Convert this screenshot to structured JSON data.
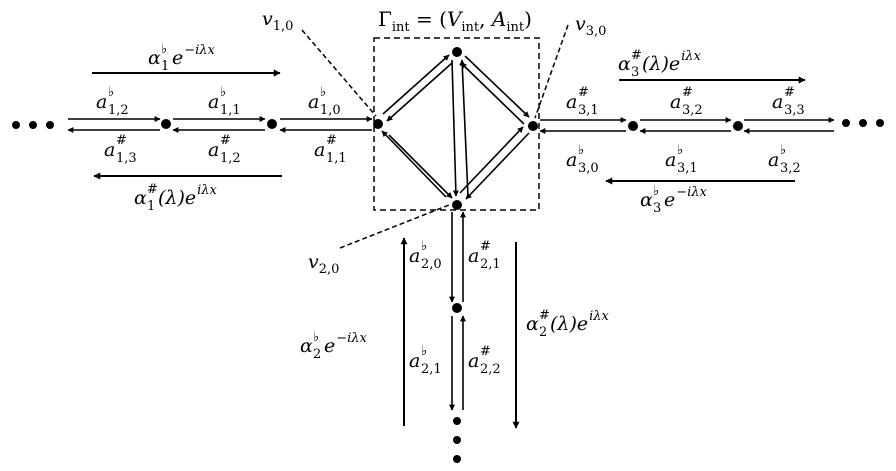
{
  "title": "Γ",
  "title_sub": "int",
  "title_eq": " = (",
  "title_V": "V",
  "title_V_sub": "int",
  "title_comma": ", ",
  "title_A": "A",
  "title_A_sub": "int",
  "title_close": ")",
  "vertex_labels": {
    "v10": {
      "base": "v",
      "sub": "1,0"
    },
    "v20": {
      "base": "v",
      "sub": "2,0"
    },
    "v30": {
      "base": "v",
      "sub": "3,0"
    }
  },
  "edge_labels": {
    "a12": {
      "base": "a",
      "sup": "♭",
      "sub": "1,2"
    },
    "a11": {
      "base": "a",
      "sup": "♭",
      "sub": "1,1"
    },
    "a10": {
      "base": "a",
      "sup": "♭",
      "sub": "1,0"
    },
    "a13s": {
      "base": "a",
      "sup": "#",
      "sub": "1,3"
    },
    "a12s": {
      "base": "a",
      "sup": "#",
      "sub": "1,2"
    },
    "a11s": {
      "base": "a",
      "sup": "#",
      "sub": "1,1"
    },
    "a31s": {
      "base": "a",
      "sup": "#",
      "sub": "3,1"
    },
    "a32s": {
      "base": "a",
      "sup": "#",
      "sub": "3,2"
    },
    "a33s": {
      "base": "a",
      "sup": "#",
      "sub": "3,3"
    },
    "a30": {
      "base": "a",
      "sup": "♭",
      "sub": "3,0"
    },
    "a31": {
      "base": "a",
      "sup": "♭",
      "sub": "3,1"
    },
    "a32": {
      "base": "a",
      "sup": "♭",
      "sub": "3,2"
    },
    "a20": {
      "base": "a",
      "sup": "♭",
      "sub": "2,0"
    },
    "a21s": {
      "base": "a",
      "sup": "#",
      "sub": "2,1"
    },
    "a21": {
      "base": "a",
      "sup": "♭",
      "sub": "2,1"
    },
    "a22s": {
      "base": "a",
      "sup": "#",
      "sub": "2,2"
    }
  },
  "wave_labels": {
    "alpha1_in": {
      "base": "α",
      "sub": "1",
      "sup": "♭",
      "tail": " e",
      "exp": "−iλx"
    },
    "alpha1_out": {
      "base": "α",
      "sub": "1",
      "sup": "#",
      "tail": "(λ)e",
      "exp": "iλx"
    },
    "alpha3_out": {
      "base": "α",
      "sub": "3",
      "sup": "#",
      "tail": "(λ)e",
      "exp": "iλx"
    },
    "alpha3_in": {
      "base": "α",
      "sub": "3",
      "sup": "♭",
      "tail": " e",
      "exp": "−iλx"
    },
    "alpha2_in": {
      "base": "α",
      "sub": "2",
      "sup": "♭",
      "tail": " e",
      "exp": "−iλx"
    },
    "alpha2_out": {
      "base": "α",
      "sub": "2",
      "sup": "#",
      "tail": "(λ)e",
      "exp": "iλx"
    }
  },
  "ellipsis": "•••"
}
